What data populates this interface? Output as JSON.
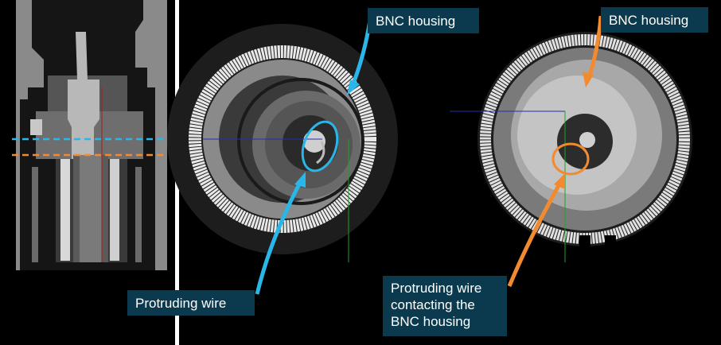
{
  "annotations": {
    "bnc_housing_left": "BNC housing",
    "bnc_housing_right": "BNC housing",
    "protruding_wire_left": "Protruding wire",
    "protruding_wire_right": "Protruding wire contacting the BNC housing"
  },
  "colors": {
    "cyan_marker": "#29b6e8",
    "orange_marker": "#f28a30",
    "callout_bg": "#0b3a4e"
  }
}
